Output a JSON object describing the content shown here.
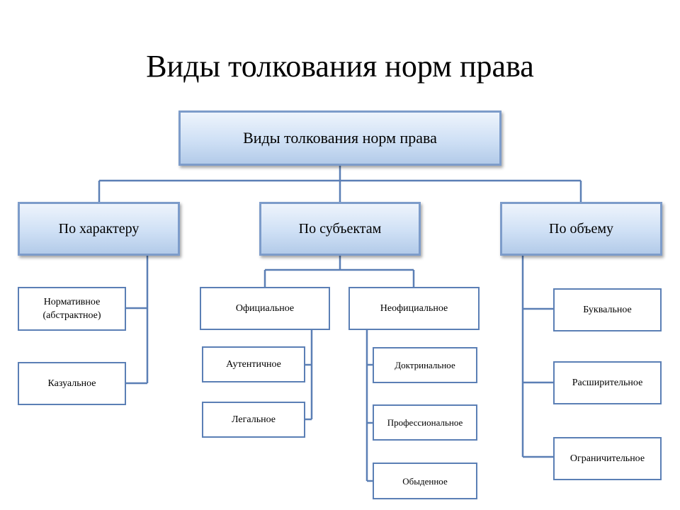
{
  "slide_title": "Виды толкования норм права",
  "diagram": {
    "root": "Виды толкования норм права",
    "groups": {
      "character": {
        "label": "По характеру",
        "items": [
          "Нормативное (абстрактное)",
          "Казуальное"
        ]
      },
      "subjects": {
        "label": "По субъектам",
        "official": {
          "label": "Официальное",
          "items": [
            "Аутентичное",
            "Легальное"
          ]
        },
        "unofficial": {
          "label": "Неофициальное",
          "items": [
            "Доктринальное",
            "Профессиональное",
            "Обыденное"
          ]
        }
      },
      "scope": {
        "label": "По объему",
        "items": [
          "Буквальное",
          "Расширительное",
          "Ограничительное"
        ]
      }
    }
  },
  "colors": {
    "line": "#5b7fb5",
    "box_border": "#7d9cca",
    "box_fill_top": "#eef4fc",
    "box_fill_bottom": "#b3cbe9"
  }
}
